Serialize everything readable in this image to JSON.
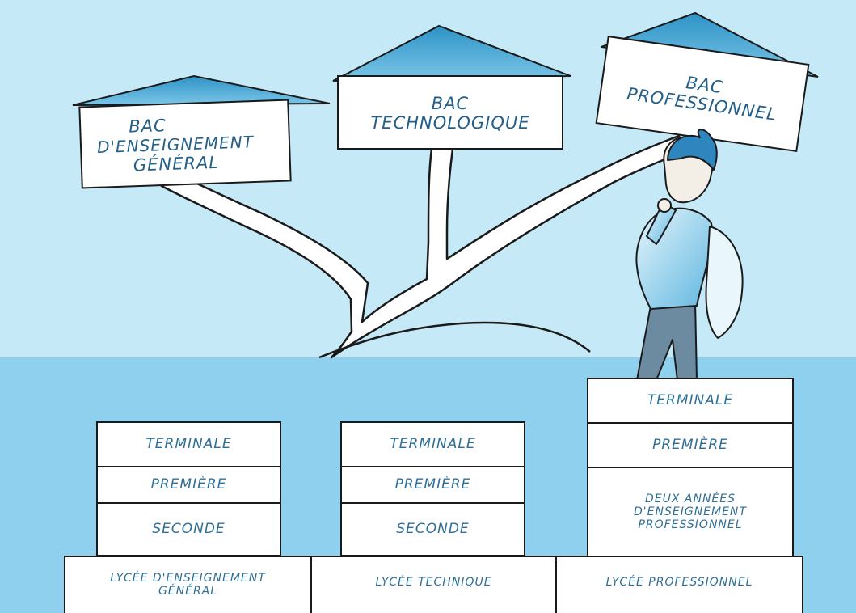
{
  "signs": {
    "general": {
      "line1": "BAC",
      "line2": "D'ENSEIGNEMENT",
      "line3": "GÉNÉRAL"
    },
    "techno": {
      "line1": "BAC",
      "line2": "TECHNOLOGIQUE"
    },
    "pro": {
      "line1": "BAC",
      "line2": "PROFESSIONNEL"
    }
  },
  "columns": {
    "general": {
      "terminale": "TERMINALE",
      "premiere": "PREMIÈRE",
      "seconde": "SECONDE",
      "base_line1": "LYCÉE D'ENSEIGNEMENT",
      "base_line2": "GÉNÉRAL"
    },
    "techno": {
      "terminale": "TERMINALE",
      "premiere": "PREMIÈRE",
      "seconde": "SECONDE",
      "base": "LYCÉE TECHNIQUE"
    },
    "pro": {
      "terminale": "TERMINALE",
      "premiere": "PREMIÈRE",
      "years_line1": "DEUX ANNÉES",
      "years_line2": "D'ENSEIGNEMENT",
      "years_line3": "PROFESSIONNEL",
      "base": "LYCÉE PROFESSIONNEL"
    }
  },
  "colors": {
    "sky": "#c6e9f7",
    "ground": "#8fd0ee",
    "roof": "#3fa3cf",
    "ink": "#2e6f98"
  }
}
